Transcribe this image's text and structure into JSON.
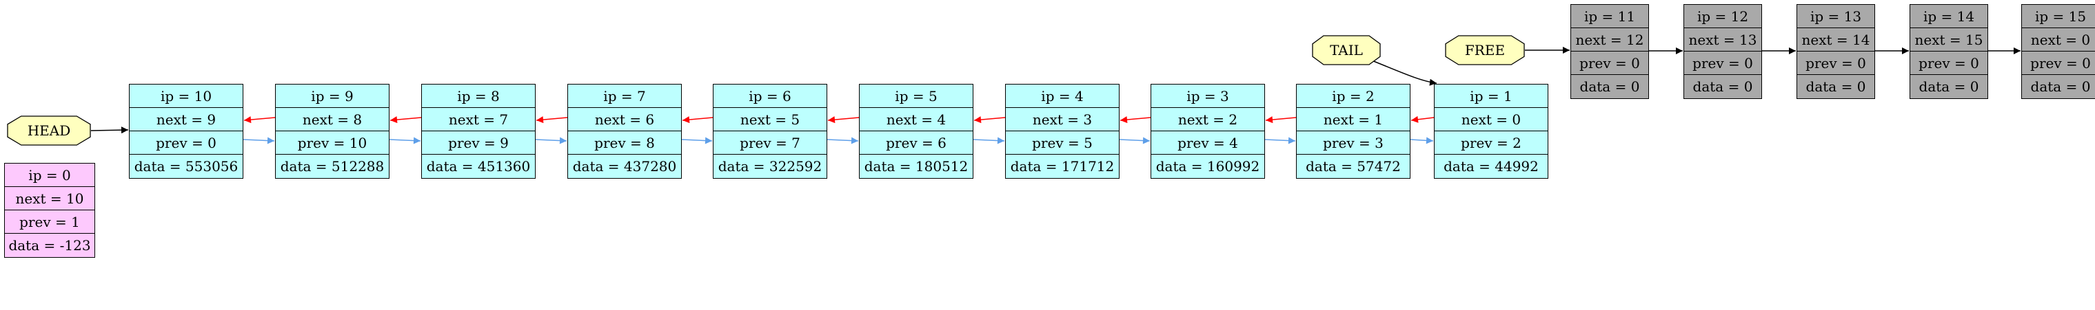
{
  "colors": {
    "active_node_fill": "#bdfffe",
    "free_node_fill": "#a9a9a9",
    "zero_node_fill": "#fdc9fd",
    "label_fill": "#ffffbf",
    "next_arrow": "#ff0000",
    "prev_arrow": "#5e9fe9",
    "link_arrow": "#000000"
  },
  "labels": {
    "head": "HEAD",
    "tail": "TAIL",
    "free": "FREE"
  },
  "zero_node": {
    "ip": "ip = 0",
    "next": "next = 10",
    "prev": "prev = 1",
    "data": "data = -123"
  },
  "active_nodes": [
    {
      "ip": "ip = 10",
      "next": "next = 9",
      "prev": "prev = 0",
      "data": "data = 553056"
    },
    {
      "ip": "ip = 9",
      "next": "next = 8",
      "prev": "prev = 10",
      "data": "data = 512288"
    },
    {
      "ip": "ip = 8",
      "next": "next = 7",
      "prev": "prev = 9",
      "data": "data = 451360"
    },
    {
      "ip": "ip = 7",
      "next": "next = 6",
      "prev": "prev = 8",
      "data": "data = 437280"
    },
    {
      "ip": "ip = 6",
      "next": "next = 5",
      "prev": "prev = 7",
      "data": "data = 322592"
    },
    {
      "ip": "ip = 5",
      "next": "next = 4",
      "prev": "prev = 6",
      "data": "data = 180512"
    },
    {
      "ip": "ip = 4",
      "next": "next = 3",
      "prev": "prev = 5",
      "data": "data = 171712"
    },
    {
      "ip": "ip = 3",
      "next": "next = 2",
      "prev": "prev = 4",
      "data": "data = 160992"
    },
    {
      "ip": "ip = 2",
      "next": "next = 1",
      "prev": "prev = 3",
      "data": "data = 57472"
    },
    {
      "ip": "ip = 1",
      "next": "next = 0",
      "prev": "prev = 2",
      "data": "data = 44992"
    }
  ],
  "free_nodes": [
    {
      "ip": "ip = 11",
      "next": "next = 12",
      "prev": "prev = 0",
      "data": "data = 0"
    },
    {
      "ip": "ip = 12",
      "next": "next = 13",
      "prev": "prev = 0",
      "data": "data = 0"
    },
    {
      "ip": "ip = 13",
      "next": "next = 14",
      "prev": "prev = 0",
      "data": "data = 0"
    },
    {
      "ip": "ip = 14",
      "next": "next = 15",
      "prev": "prev = 0",
      "data": "data = 0"
    },
    {
      "ip": "ip = 15",
      "next": "next = 0",
      "prev": "prev = 0",
      "data": "data = 0"
    }
  ]
}
